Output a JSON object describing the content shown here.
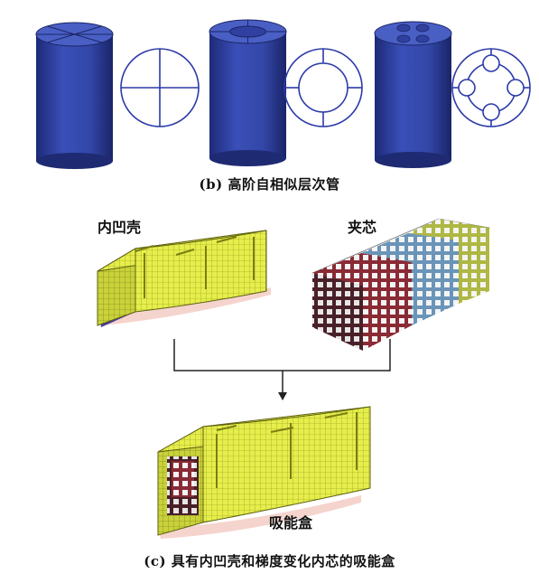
{
  "captions": {
    "b": "(b) 高阶自相似层次管",
    "c": "(c) 具有内凹壳和梯度变化内芯的吸能盒"
  },
  "labels": {
    "shell": "内凹壳",
    "core": "夹芯",
    "box": "吸能盒"
  },
  "colors": {
    "cylinder": "#2e3f9c",
    "section_line": "#2b3aa8",
    "shell": "#e8f04a",
    "shell_mesh": "#7a7e12",
    "core_red": "#8a2a35",
    "core_blue": "#6a94b8",
    "core_yellow": "#b9c64a",
    "arrow": "#222222"
  }
}
